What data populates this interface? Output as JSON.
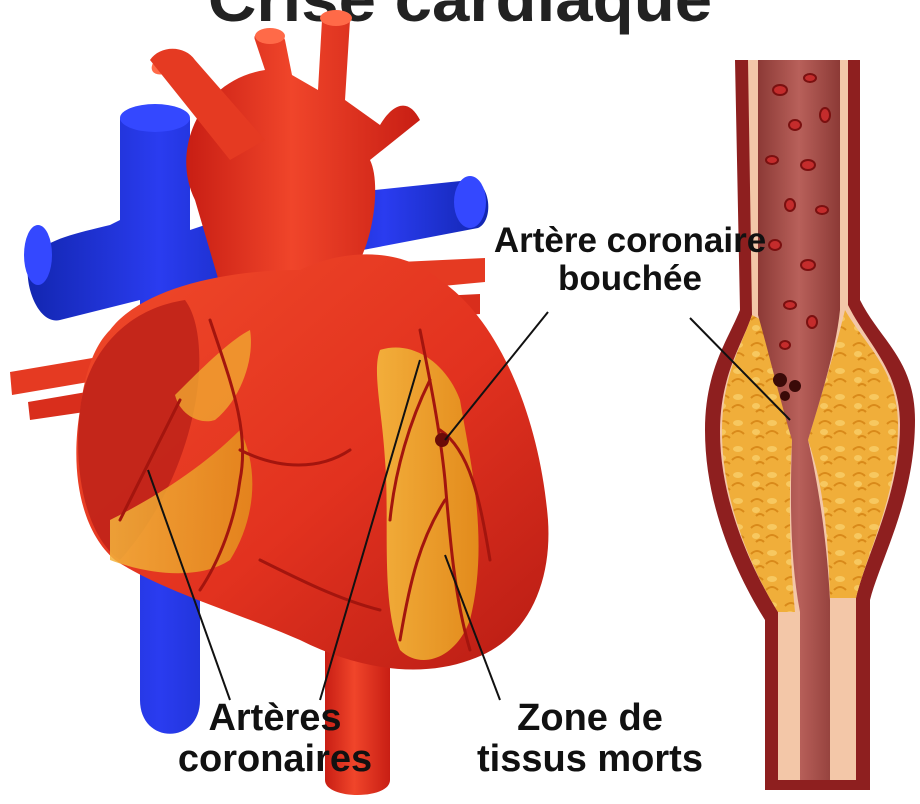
{
  "page": {
    "title": "Crise cardiaque"
  },
  "labels": {
    "blocked_artery": [
      "Artère coronaire",
      "bouchée"
    ],
    "coronary_arteries": [
      "Artères",
      "coronaires"
    ],
    "dead_tissue": [
      "Zone de",
      "tissus morts"
    ]
  },
  "colors": {
    "heart_red": "#e2321f",
    "heart_dark": "#b81c14",
    "fat_yellow": "#f0a830",
    "vein_blue": "#1f2fd8",
    "vessel_wall": "#8e1f1f",
    "blood": "#a6504a"
  }
}
